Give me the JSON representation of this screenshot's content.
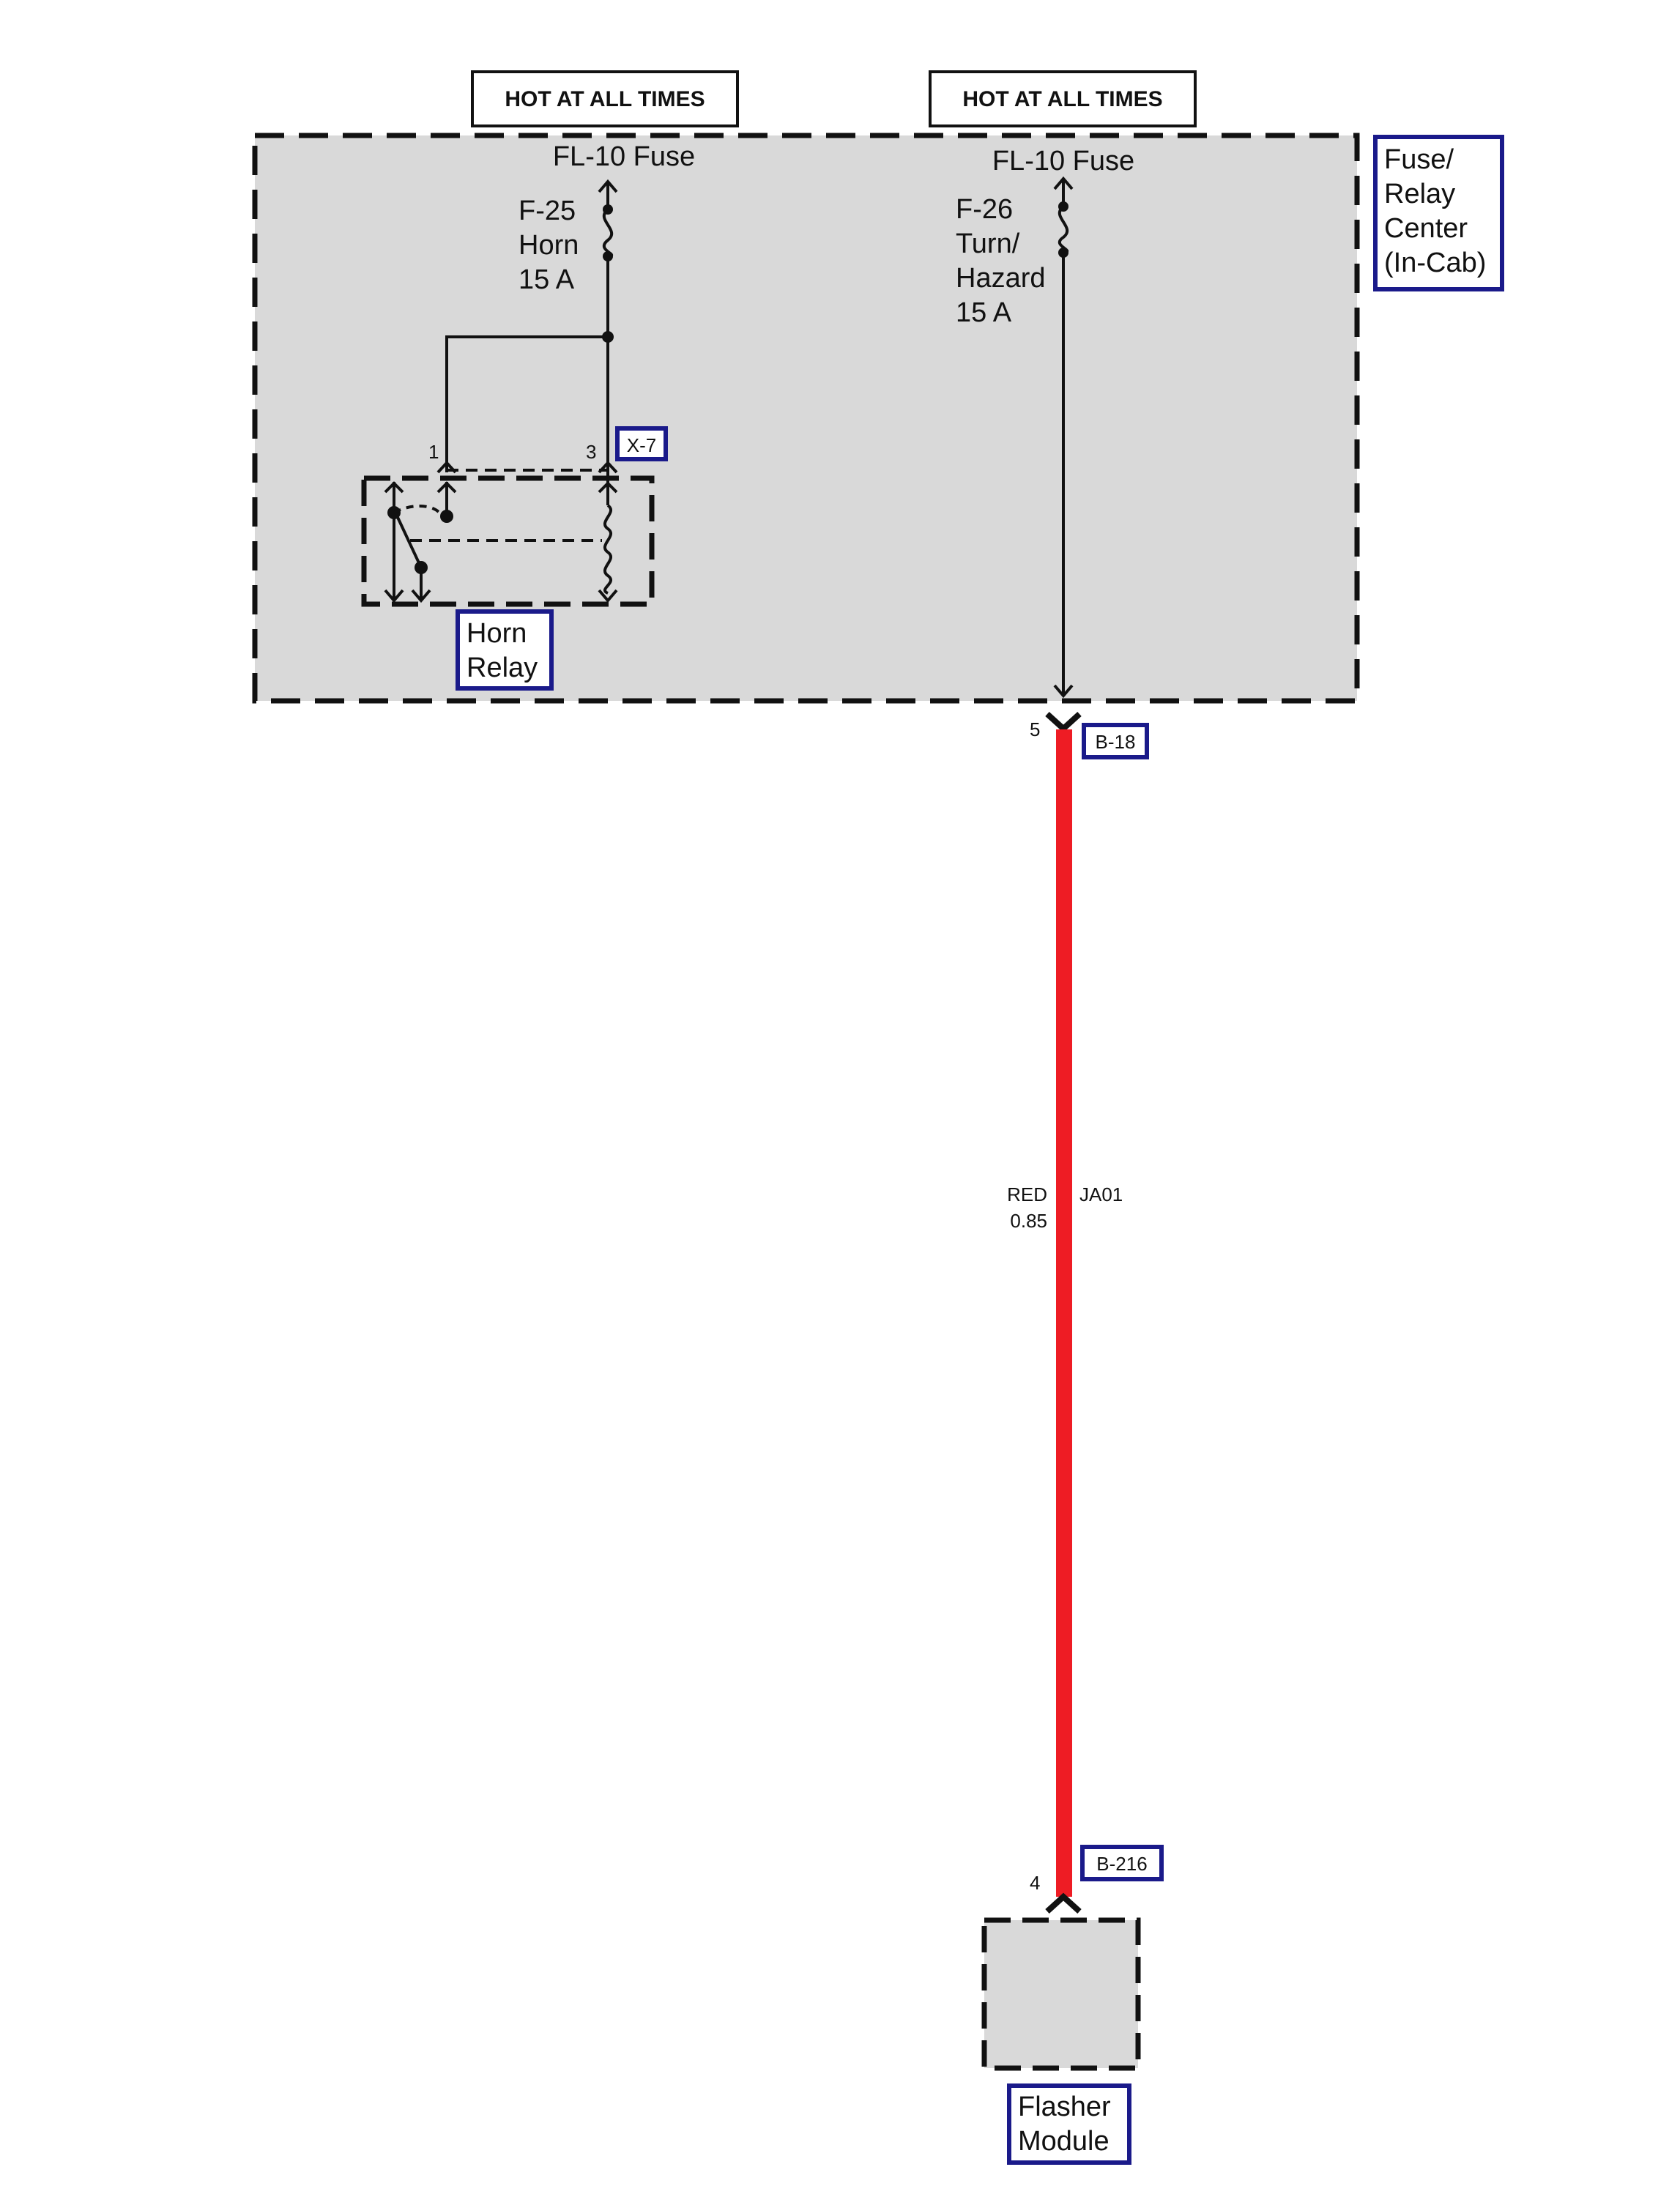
{
  "hot_labels": [
    "HOT AT ALL TIMES",
    "HOT AT ALL TIMES"
  ],
  "fuse_relay_center": {
    "label_lines": [
      "Fuse/",
      "Relay",
      "Center",
      "(In-Cab)"
    ]
  },
  "left_circuit": {
    "source": "FL-10 Fuse",
    "fuse_lines": [
      "F-25",
      "Horn",
      "15 A"
    ],
    "pin_1": "1",
    "pin_3": "3",
    "connector": "X-7",
    "relay_label_lines": [
      "Horn",
      "Relay"
    ]
  },
  "right_circuit": {
    "source": "FL-10 Fuse",
    "fuse_lines": [
      "F-26",
      "Turn/",
      "Hazard",
      "15 A"
    ],
    "top_pin": "5",
    "top_connector": "B-18",
    "wire_color_label": "RED",
    "wire_gauge": "0.85",
    "wire_circuit": "JA01",
    "bottom_pin": "4",
    "bottom_connector": "B-216",
    "module_label_lines": [
      "Flasher",
      "Module"
    ]
  },
  "colors": {
    "box_border": "#1a1a8a",
    "panel_fill": "#d9d9d9",
    "wire_red": "#ee1c24",
    "line": "#111111"
  }
}
